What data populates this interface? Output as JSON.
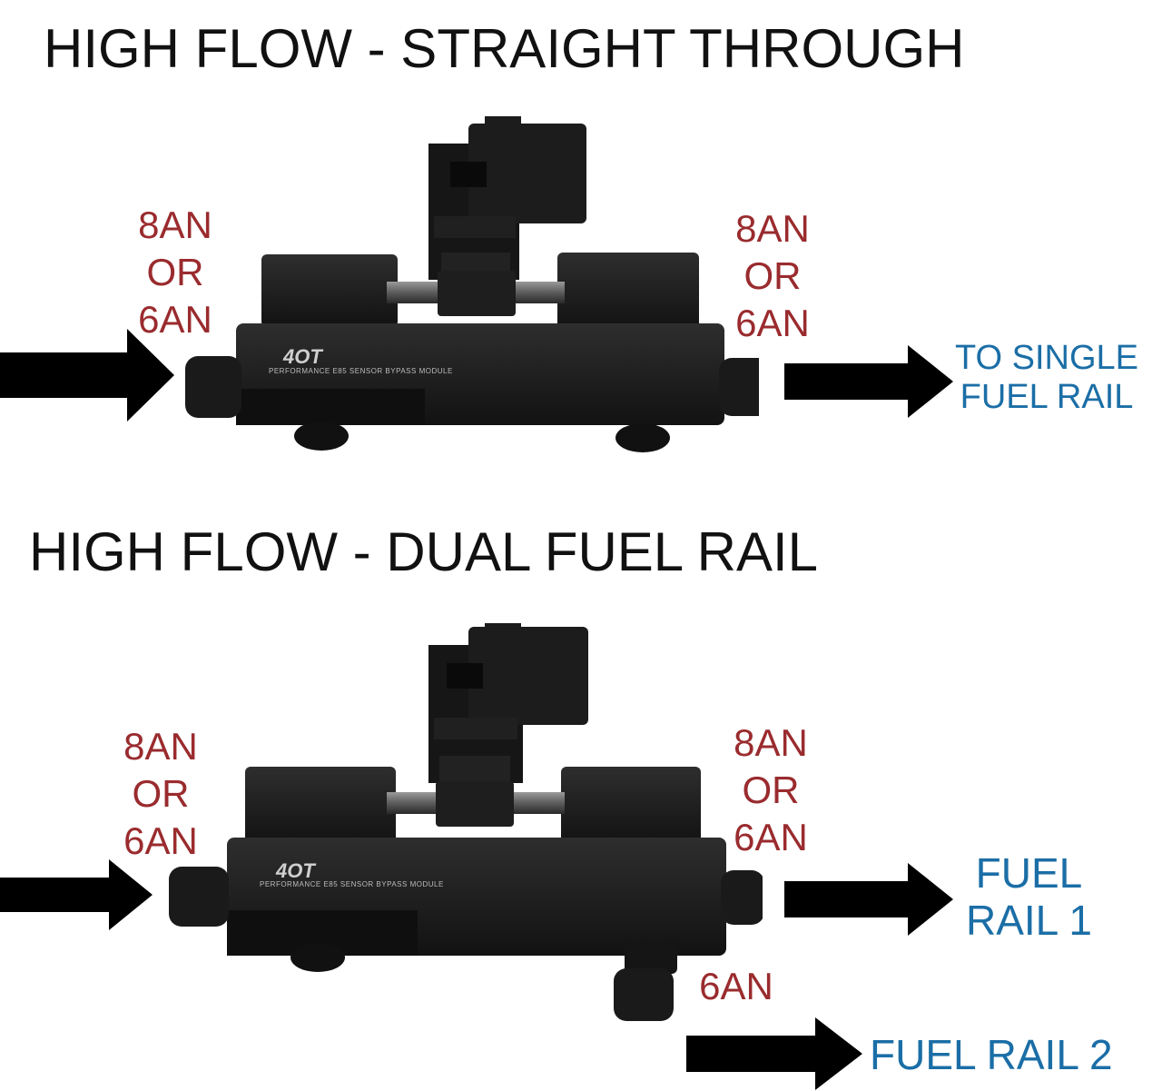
{
  "top": {
    "title": "HIGH FLOW - STRAIGHT THROUGH",
    "inlet_label": [
      "8AN",
      "OR",
      "6AN"
    ],
    "outlet_label": [
      "8AN",
      "OR",
      "6AN"
    ],
    "destination": [
      "TO SINGLE",
      "FUEL RAIL"
    ]
  },
  "bottom": {
    "title": "HIGH FLOW - DUAL FUEL RAIL",
    "inlet_label": [
      "8AN",
      "OR",
      "6AN"
    ],
    "outlet_label": [
      "8AN",
      "OR",
      "6AN"
    ],
    "destination_1": [
      "FUEL",
      "RAIL 1"
    ],
    "side_port_label": "6AN",
    "destination_2": "FUEL RAIL 2"
  },
  "module": {
    "brand": "4OT",
    "brand_line": "PERFORMANCE",
    "product_line": "E85 SENSOR BYPASS MODULE"
  },
  "colors": {
    "fitting_label": "#9a2b2e",
    "destination_label": "#1b6ea6",
    "arrow": "#000000",
    "module_body": "#1d1d1d"
  }
}
